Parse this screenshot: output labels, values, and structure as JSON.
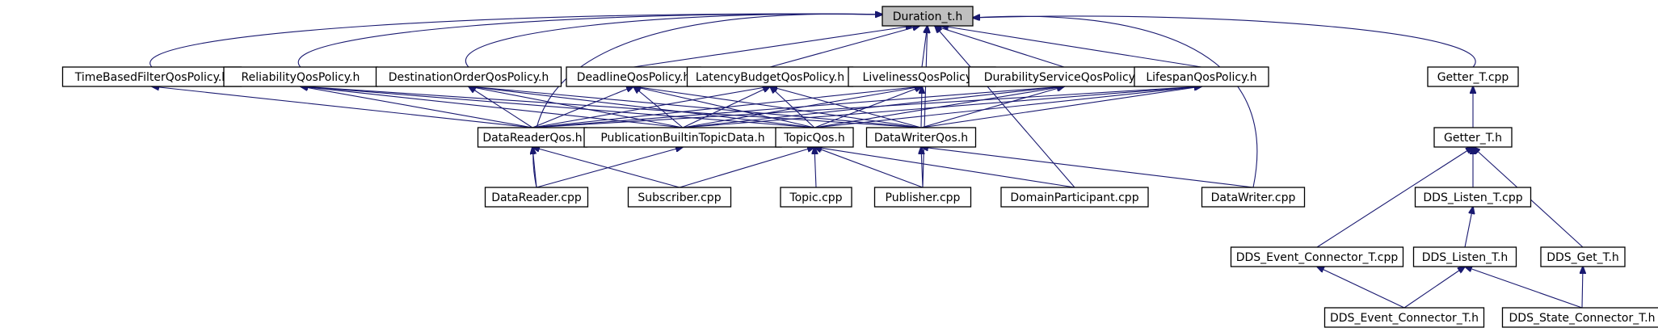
{
  "diagram": {
    "type": "include-dependency-graph",
    "edge_color": "#191970",
    "root_fill": "#bfbfbf",
    "nodes": [
      {
        "id": "duration",
        "label": "Duration_t.h",
        "root": true
      },
      {
        "id": "tbf",
        "label": "TimeBasedFilterQosPolicy.h"
      },
      {
        "id": "rel",
        "label": "ReliabilityQosPolicy.h"
      },
      {
        "id": "dest",
        "label": "DestinationOrderQosPolicy.h"
      },
      {
        "id": "dead",
        "label": "DeadlineQosPolicy.h"
      },
      {
        "id": "lat",
        "label": "LatencyBudgetQosPolicy.h"
      },
      {
        "id": "live",
        "label": "LivelinessQosPolicy.h"
      },
      {
        "id": "dur",
        "label": "DurabilityServiceQosPolicy.h"
      },
      {
        "id": "life",
        "label": "LifespanQosPolicy.h"
      },
      {
        "id": "gettercpp",
        "label": "Getter_T.cpp"
      },
      {
        "id": "drq",
        "label": "DataReaderQos.h"
      },
      {
        "id": "pub",
        "label": "PublicationBuiltinTopicData.h"
      },
      {
        "id": "tq",
        "label": "TopicQos.h"
      },
      {
        "id": "dwq",
        "label": "DataWriterQos.h"
      },
      {
        "id": "getterh",
        "label": "Getter_T.h"
      },
      {
        "id": "drcpp",
        "label": "DataReader.cpp"
      },
      {
        "id": "subcpp",
        "label": "Subscriber.cpp"
      },
      {
        "id": "topcpp",
        "label": "Topic.cpp"
      },
      {
        "id": "pubcpp",
        "label": "Publisher.cpp"
      },
      {
        "id": "dpcpp",
        "label": "DomainParticipant.cpp"
      },
      {
        "id": "dwcpp",
        "label": "DataWriter.cpp"
      },
      {
        "id": "dlcpp",
        "label": "DDS_Listen_T.cpp"
      },
      {
        "id": "decpp",
        "label": "DDS_Event_Connector_T.cpp"
      },
      {
        "id": "dlh",
        "label": "DDS_Listen_T.h"
      },
      {
        "id": "dgh",
        "label": "DDS_Get_T.h"
      },
      {
        "id": "deh",
        "label": "DDS_Event_Connector_T.h"
      },
      {
        "id": "dsh",
        "label": "DDS_State_Connector_T.h"
      }
    ],
    "edges": [
      [
        "tbf",
        "duration"
      ],
      [
        "rel",
        "duration"
      ],
      [
        "dest",
        "duration"
      ],
      [
        "dead",
        "duration"
      ],
      [
        "lat",
        "duration"
      ],
      [
        "live",
        "duration"
      ],
      [
        "dur",
        "duration"
      ],
      [
        "life",
        "duration"
      ],
      [
        "gettercpp",
        "duration"
      ],
      [
        "drcpp",
        "duration"
      ],
      [
        "pubcpp",
        "duration"
      ],
      [
        "dpcpp",
        "duration"
      ],
      [
        "dwcpp",
        "duration"
      ],
      [
        "drq",
        "tbf"
      ],
      [
        "drq",
        "rel"
      ],
      [
        "drq",
        "dest"
      ],
      [
        "drq",
        "dead"
      ],
      [
        "drq",
        "lat"
      ],
      [
        "drq",
        "live"
      ],
      [
        "drq",
        "dur"
      ],
      [
        "drq",
        "life"
      ],
      [
        "pub",
        "rel"
      ],
      [
        "pub",
        "dest"
      ],
      [
        "pub",
        "dead"
      ],
      [
        "pub",
        "lat"
      ],
      [
        "pub",
        "live"
      ],
      [
        "pub",
        "dur"
      ],
      [
        "pub",
        "life"
      ],
      [
        "tq",
        "rel"
      ],
      [
        "tq",
        "dest"
      ],
      [
        "tq",
        "dead"
      ],
      [
        "tq",
        "lat"
      ],
      [
        "tq",
        "live"
      ],
      [
        "tq",
        "dur"
      ],
      [
        "tq",
        "life"
      ],
      [
        "dwq",
        "rel"
      ],
      [
        "dwq",
        "dest"
      ],
      [
        "dwq",
        "dead"
      ],
      [
        "dwq",
        "lat"
      ],
      [
        "dwq",
        "live"
      ],
      [
        "dwq",
        "dur"
      ],
      [
        "dwq",
        "life"
      ],
      [
        "drcpp",
        "drq"
      ],
      [
        "subcpp",
        "drq"
      ],
      [
        "drcpp",
        "pub"
      ],
      [
        "subcpp",
        "tq"
      ],
      [
        "topcpp",
        "tq"
      ],
      [
        "pubcpp",
        "tq"
      ],
      [
        "dpcpp",
        "tq"
      ],
      [
        "pubcpp",
        "dwq"
      ],
      [
        "dwcpp",
        "dwq"
      ],
      [
        "getterh",
        "gettercpp"
      ],
      [
        "dlcpp",
        "getterh"
      ],
      [
        "decpp",
        "getterh"
      ],
      [
        "dgh",
        "getterh"
      ],
      [
        "dlh",
        "dlcpp"
      ],
      [
        "deh",
        "decpp"
      ],
      [
        "deh",
        "dlh"
      ],
      [
        "dsh",
        "dlh"
      ],
      [
        "dsh",
        "dgh"
      ]
    ]
  }
}
